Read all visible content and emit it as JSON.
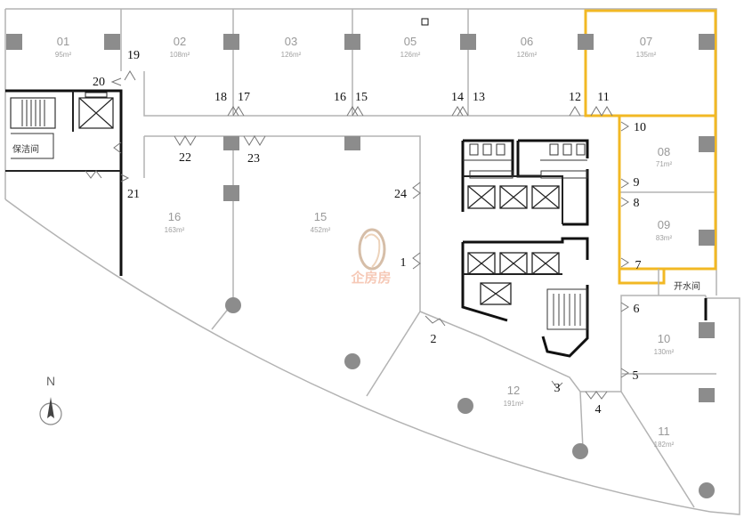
{
  "units": [
    {
      "id": "01",
      "area": "95m²"
    },
    {
      "id": "02",
      "area": "108m²"
    },
    {
      "id": "03",
      "area": "126m²"
    },
    {
      "id": "05",
      "area": "126m²"
    },
    {
      "id": "06",
      "area": "126m²"
    },
    {
      "id": "07",
      "area": "135m²",
      "highlighted": true
    },
    {
      "id": "08",
      "area": "71m²",
      "highlighted": true
    },
    {
      "id": "09",
      "area": "83m²",
      "highlighted": true
    },
    {
      "id": "10",
      "area": "130m²"
    },
    {
      "id": "11",
      "area": "182m²"
    },
    {
      "id": "12",
      "area": "191m²"
    },
    {
      "id": "15",
      "area": "452m²"
    },
    {
      "id": "16",
      "area": "163m²"
    }
  ],
  "door_numbers": [
    "1",
    "2",
    "3",
    "4",
    "5",
    "6",
    "7",
    "8",
    "9",
    "10",
    "11",
    "12",
    "13",
    "14",
    "15",
    "16",
    "17",
    "18",
    "19",
    "20",
    "21",
    "22",
    "23",
    "24"
  ],
  "rooms": {
    "cleaning": "保洁间",
    "water": "开水间"
  },
  "compass": {
    "label": "N"
  },
  "watermark": {
    "text": "企房房"
  },
  "colors": {
    "highlight": "#f2b824",
    "wall_interior": "#b3b3b3",
    "wall_core": "#111111",
    "column": "#8c8c8c",
    "watermark": "#f3b79f"
  }
}
